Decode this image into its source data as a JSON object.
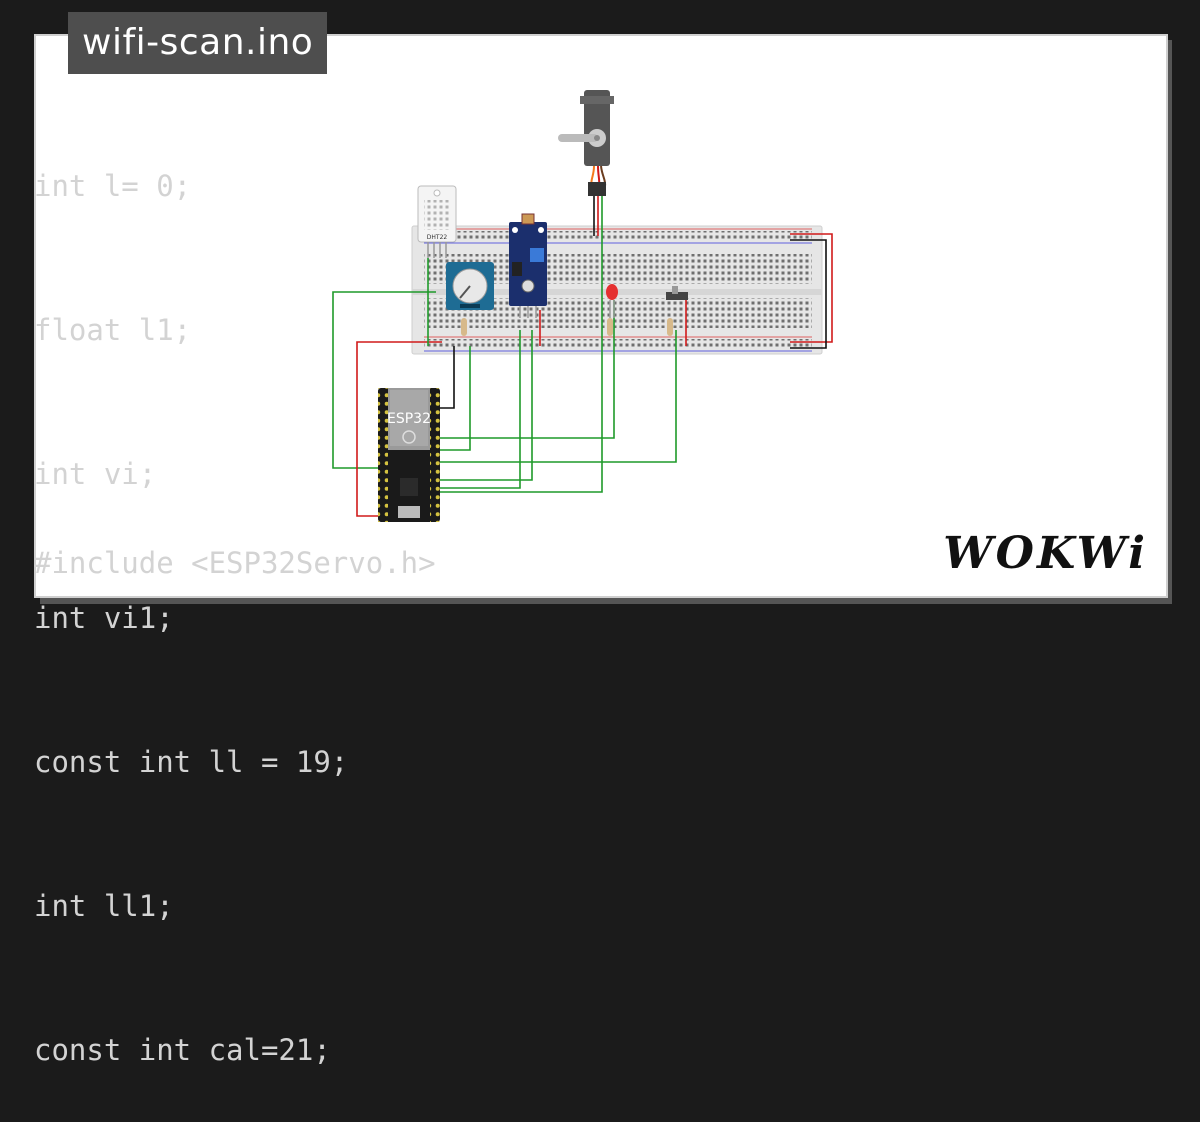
{
  "project": {
    "filename": "wifi-scan.ino"
  },
  "code": {
    "lines": [
      "int l= 0;",
      "float l1;",
      "int vi;",
      "int vi1;",
      "const int ll = 19;",
      "int ll1;",
      "const int cal=21;"
    ],
    "cut_line": "#include <ESP32Servo.h>"
  },
  "circuit": {
    "board_label": "ESP32",
    "sensor_label": "DHT22"
  },
  "brand": {
    "logo": "WOKWi"
  },
  "colors": {
    "background": "#1b1b1b",
    "card": "#ffffff",
    "code_text": "#d3d3d3",
    "title_bg": "#4e4e4e",
    "wire_green": "#1f9a2a",
    "wire_red": "#d11a1a",
    "wire_black": "#111111"
  },
  "icons": [
    "esp32-board-icon",
    "dht22-sensor-icon",
    "potentiometer-icon",
    "ldr-module-icon",
    "servo-icon",
    "led-icon",
    "slide-switch-icon",
    "resistor-icon",
    "breadboard-icon",
    "wokwi-logo-icon"
  ]
}
